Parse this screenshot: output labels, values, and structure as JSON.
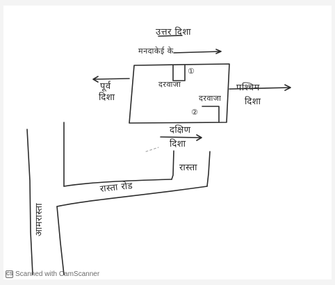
{
  "labels": {
    "north": "उत्तर दिशा",
    "north_neighbor": "मनदाकेई के",
    "east_line1": "पूर्व",
    "east_line2": "दिशा",
    "west_line1": "पश्चिम",
    "west_line2": "दिशा",
    "south_line1": "दक्षिण",
    "south_line2": "दिशा",
    "door_top": "दरवाजा",
    "door_side": "दरवाजा",
    "marker_1": "①",
    "marker_2": "②",
    "road": "रास्ता रोड",
    "path": "रास्ता",
    "main_road": "आमरास्ता"
  },
  "watermark": {
    "text": "Scanned with CamScanner",
    "logo": "CS"
  }
}
